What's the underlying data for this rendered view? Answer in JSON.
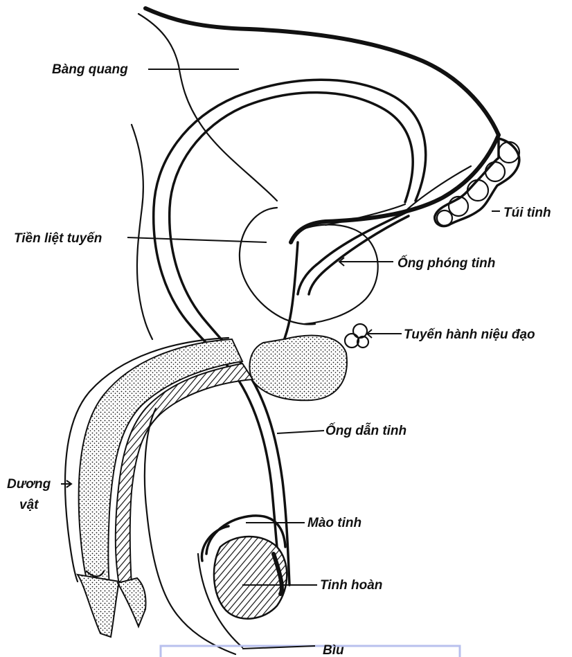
{
  "labels": {
    "bang_quang": "Bàng quang",
    "tien_liet_tuyen": "Tiền liệt tuyến",
    "tui_tinh": "Túi tinh",
    "ong_phong_tinh": "Ống phóng tinh",
    "tuyen_hanh_nieu_dao": "Tuyến hành niệu đạo",
    "ong_dan_tinh": "Ống dẫn tinh",
    "duong_vat_line1": "Dương",
    "duong_vat_line2": "vật",
    "mao_tinh": "Mào tinh",
    "tinh_hoan": "Tinh hoàn",
    "biu": "Bìu"
  },
  "colors": {
    "ink": "#111111",
    "background": "#ffffff",
    "frame": "#b8c0ee"
  }
}
